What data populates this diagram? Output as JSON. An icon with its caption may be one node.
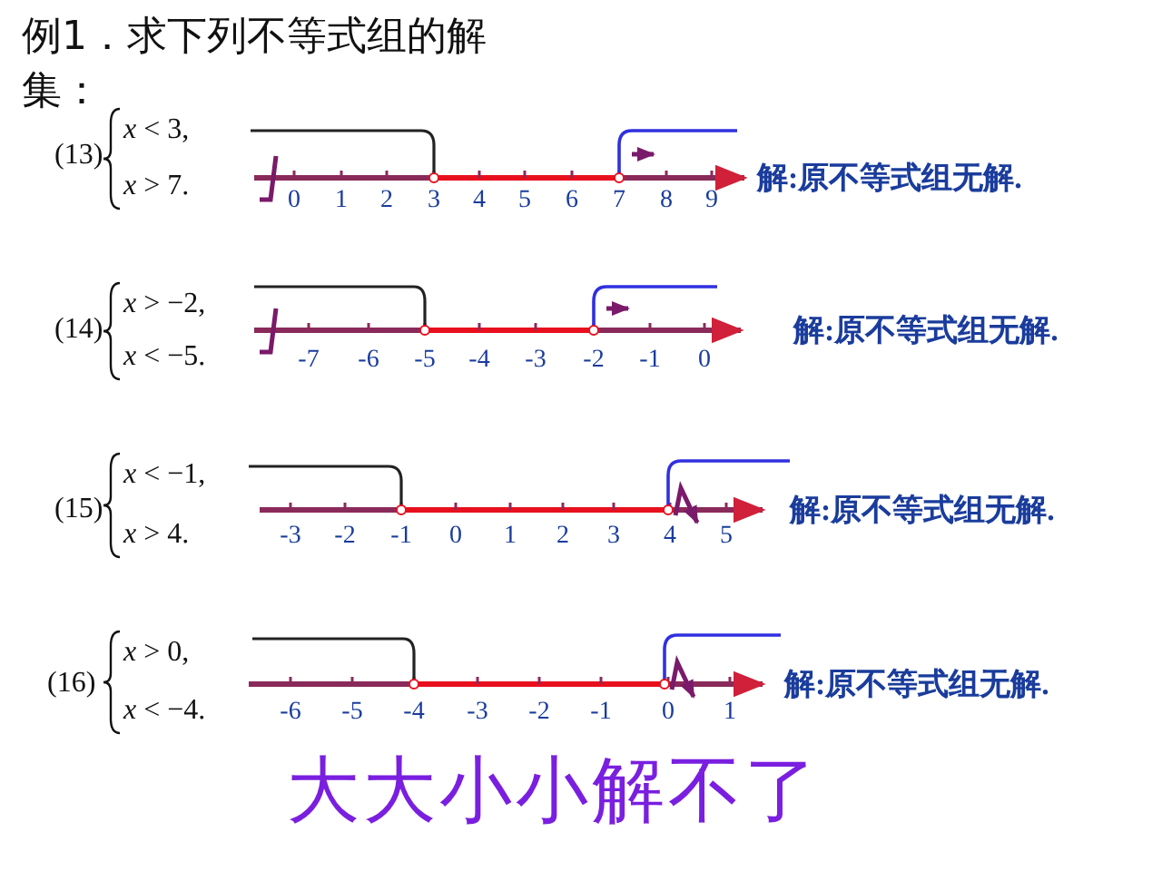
{
  "diagram": {
    "title": "例1．求下列不等式组的解集：",
    "labels": [
      "(13)",
      "*x* < 3,",
      "*x* > 7.",
      "0",
      "1",
      "2",
      "3",
      "4",
      "5",
      "6",
      "7",
      "8",
      "9",
      "解:原不等式组无解.",
      "(14)",
      "*x* > −2,",
      "*x* < −5.",
      "-7",
      "-6",
      "-5",
      "-4",
      "-3",
      "-2",
      "-1",
      "0",
      "解:原不等式组无解.",
      "(15)",
      "*x* < −1,",
      "*x* > 4.",
      "-3",
      "-2",
      "-1",
      "0",
      "1",
      "2",
      "3",
      "4",
      "5",
      "解:原不等式组无解.",
      "(16)",
      "*x* > 0,",
      "*x* < −4.",
      "-6",
      "-5",
      "-4",
      "-3",
      "-2",
      "-1",
      "0",
      "1",
      "解:原不等式组无解.",
      "大大小小解不了"
    ]
  }
}
